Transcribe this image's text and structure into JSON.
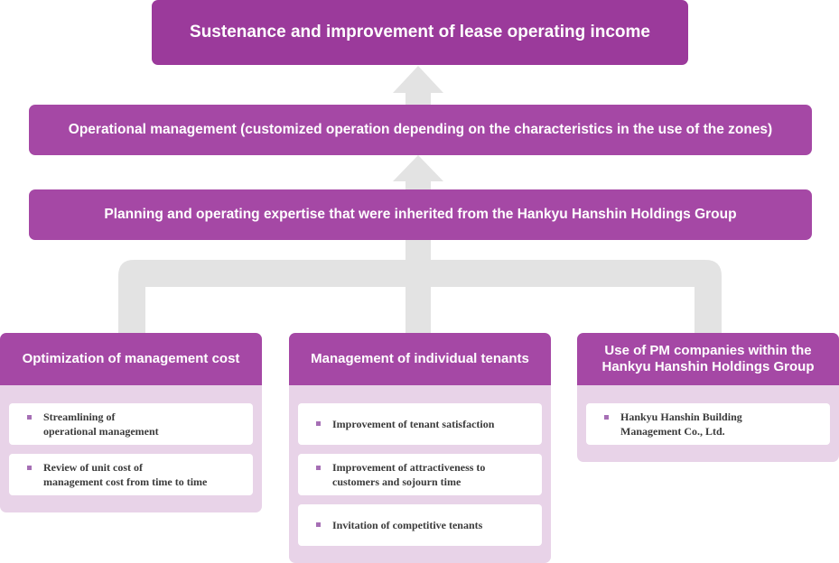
{
  "goal": "Sustenance and improvement of lease operating income",
  "operations": "Operational management (customized operation depending on the characteristics in the use of the zones)",
  "planning": "Planning and operating expertise that were inherited from the Hankyu Hanshin Holdings Group",
  "columns": [
    {
      "title": "Optimization of management cost",
      "items": [
        "Streamlining of\noperational management",
        "Review of unit cost of\nmanagement cost from time to time"
      ]
    },
    {
      "title": "Management of individual tenants",
      "items": [
        "Improvement of tenant satisfaction",
        "Improvement of attractiveness to\ncustomers and sojourn time",
        "Invitation of competitive tenants"
      ]
    },
    {
      "title": "Use of PM companies within the\nHankyu Hanshin Holdings Group",
      "items": [
        "Hankyu Hanshin Building\nManagement Co., Ltd."
      ]
    }
  ],
  "colors": {
    "primary": "#9b3a9b",
    "bar": "#a548a5",
    "panel": "#e8d3e8",
    "bullet": "#a66fb5",
    "connector": "#e3e3e3"
  }
}
